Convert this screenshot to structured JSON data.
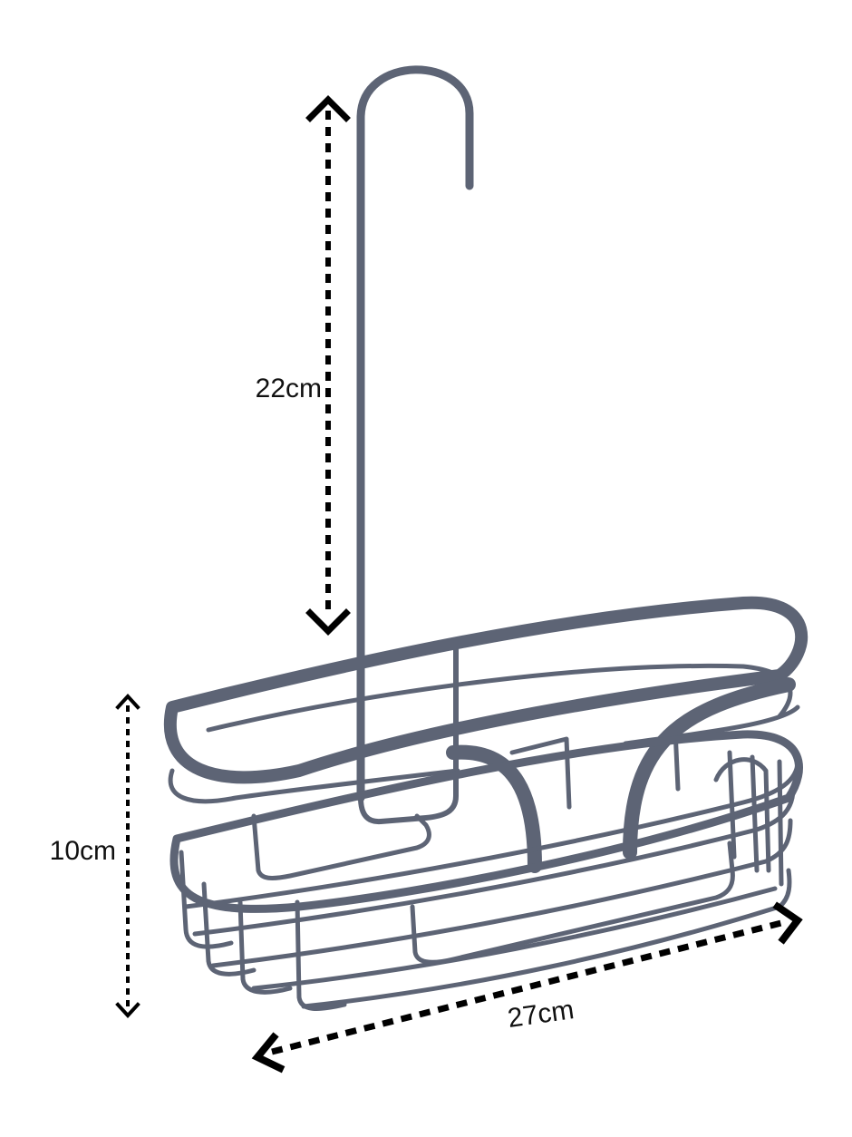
{
  "dimensions": {
    "height_hook": {
      "label": "22cm"
    },
    "height_basket": {
      "label": "10cm"
    },
    "width_basket": {
      "label": "27cm"
    }
  },
  "colors": {
    "wire": "#5d6475",
    "dimension": "#000000",
    "background": "#ffffff"
  }
}
